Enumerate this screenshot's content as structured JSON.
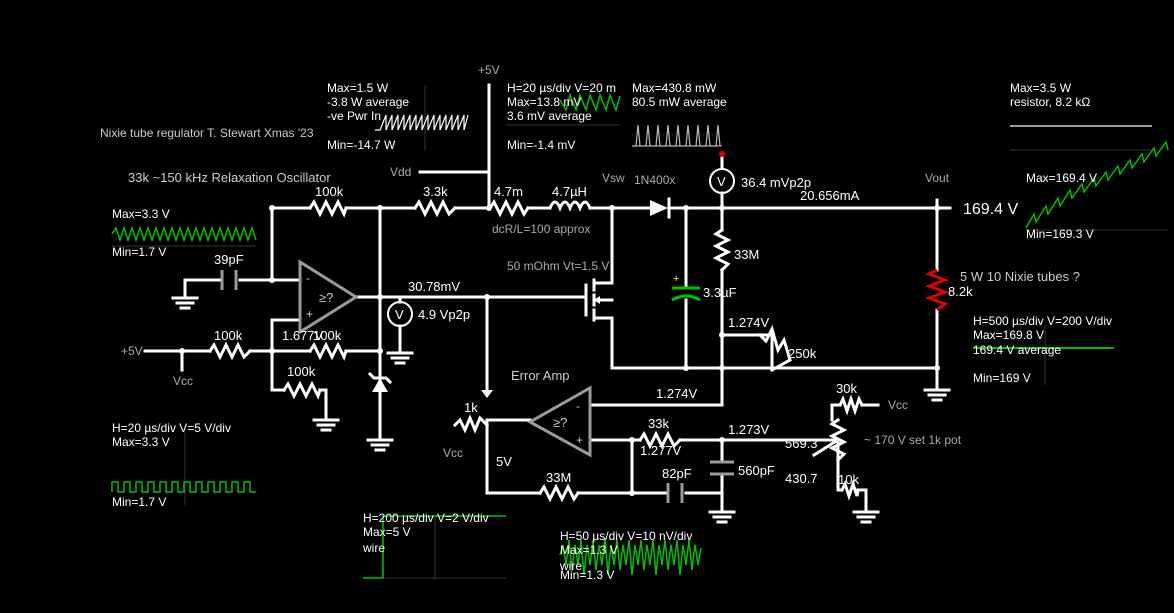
{
  "title": "Nixie tube regulator   T. Stewart Xmas '23",
  "oscillator_title": "33k ~150 kHz Relaxation Oscillator",
  "rails": {
    "plus5_top": "+5V",
    "vdd": "Vdd",
    "plus5_left": "+5V",
    "vcc_left": "Vcc",
    "vcc_pot": "Vcc",
    "vcc_bottom": "Vcc"
  },
  "nodes": {
    "vsw": "Vsw",
    "vout": "Vout",
    "vout_value": "169.4 V",
    "current": "20.656mA",
    "v_node": "30.78mV",
    "v_1277": "1.677V",
    "v_1274a": "1.274V",
    "v_1274b": "1.274V",
    "v_1273": "1.273V",
    "v_1277b": "1.277V",
    "v_5v": "5V"
  },
  "components": {
    "r100k_top": "100k",
    "r3_3k": "3.3k",
    "r4_7m": "4.7m",
    "l4_7uh": "4.7µH",
    "inductor_note": "dcR/L=100  approx",
    "diode": "1N400x",
    "r33m_top": "33M",
    "cap3_3uf": "3.3µF",
    "mosfet": "50 mOhm Vt=1.5 V",
    "r8_2k": "8.2k",
    "load_note": "5 W  10 Nixie tubes ?",
    "r250k": "250k",
    "c39pf": "39pF",
    "r100k_a": "100k",
    "r100k_b": "100k",
    "r100k_c": "100k",
    "error_amp": "Error Amp",
    "r1k": "1k",
    "r33k": "33k",
    "r33m_bot": "33M",
    "c82pf": "82pF",
    "c560pf": "560pF",
    "r30k": "30k",
    "r10k": "10k",
    "pot_a": "569.3",
    "pot_b": "430.7",
    "pot_note": "~ 170 V set  1k pot",
    "comparator": "≥?",
    "erramp_sym": "≥?",
    "meter1": "V",
    "meter2": "V"
  },
  "meters": {
    "m_top": "36.4 mVp2p",
    "m_left": "4.9 Vp2p"
  },
  "scopes": {
    "s1": {
      "l1": "Max=1.5 W",
      "l2": "-3.8 W average",
      "l3": "-ve Pwr In",
      "l4": "Min=-14.7 W"
    },
    "s2": {
      "l1": "H=20 µs/div V=20 m",
      "l2": "Max=13.8 mV",
      "l3": "3.6 mV average",
      "l4": "Min=-1.4 mV"
    },
    "s3": {
      "l1": "Max=430.8 mW",
      "l2": "80.5 mW average"
    },
    "s4": {
      "l1": "Max=3.5 W",
      "l2": "resistor, 8.2 kΩ"
    },
    "s5": {
      "l1": "Max=3.3 V",
      "l2": "Min=1.7 V"
    },
    "s6": {
      "l1": "Max=169.4 V",
      "l2": "Min=169.3 V"
    },
    "s7": {
      "l1": "H=500 µs/div V=200 V/div",
      "l2": "Max=169.8 V",
      "l3": "169.4 V average",
      "l4": "Min=169 V"
    },
    "s8": {
      "l1": "H=20 µs/div V=5 V/div",
      "l2": "Max=3.3 V",
      "l3": "Min=1.7 V"
    },
    "s9": {
      "l1": "H=200 µs/div V=2 V/div",
      "l2": "Max=5 V",
      "l3": "wire"
    },
    "s10": {
      "l1": "H=50 µs/div V=10 nV/div",
      "l2": "Max=1.3 V",
      "l3": "wire",
      "l4": "Min=1.3 V"
    }
  },
  "colors": {
    "background": "#000000",
    "wire": "#ffffff",
    "component": "#9a9a9a",
    "trace": "#00c000",
    "resistor_hot": "#e00000",
    "cap_hot": "#00c000",
    "probe": "#e00000"
  }
}
